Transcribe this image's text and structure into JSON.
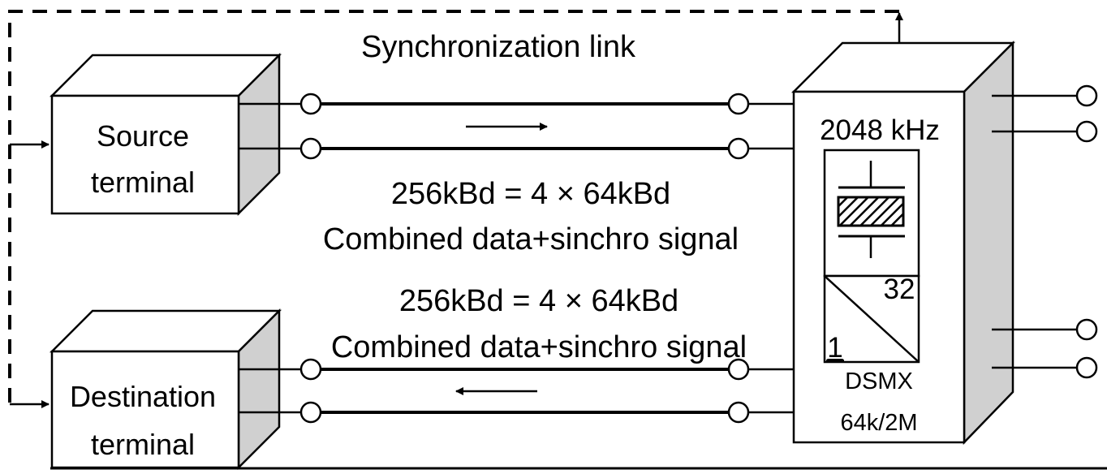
{
  "sync_link": {
    "label": "Synchronization link"
  },
  "source_terminal": {
    "line1": "Source",
    "line2": "terminal"
  },
  "destination_terminal": {
    "line1": "Destination",
    "line2": "terminal"
  },
  "upper_signal": {
    "rate": "256kBd = 4 × 64kBd",
    "description": "Combined data+sinchro signal"
  },
  "lower_signal": {
    "rate": "256kBd = 4 × 64kBd",
    "description": "Combined data+sinchro signal"
  },
  "multiplexer": {
    "clock": "2048 kHz",
    "channel_high": "32",
    "channel_low": "1",
    "name": "DSMX",
    "rate": "64k/2M"
  },
  "colors": {
    "line": "#000000",
    "box_side": "#d0d0d0",
    "background": "#ffffff"
  }
}
